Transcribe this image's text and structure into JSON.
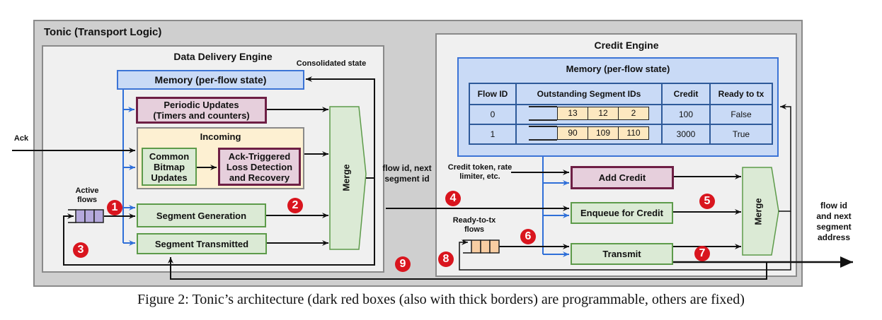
{
  "outer_title": "Tonic (Transport Logic)",
  "data_delivery_engine": {
    "title": "Data Delivery Engine",
    "memory_label": "Memory (per-flow state)",
    "consolidated_state_label": "Consolidated state",
    "periodic_updates_line1": "Periodic Updates",
    "periodic_updates_line2": "(Timers and counters)",
    "incoming_title": "Incoming",
    "common_bitmap": "Common Bitmap Updates",
    "ack_triggered": "Ack-Triggered Loss Detection and Recovery",
    "segment_generation": "Segment Generation",
    "segment_transmitted": "Segment Transmitted",
    "merge_label": "Merge",
    "active_flows_label": "Active flows",
    "ack_label": "Ack"
  },
  "interface_label": "flow id, next segment id",
  "credit_engine": {
    "title": "Credit Engine",
    "memory_label": "Memory (per-flow state)",
    "table": {
      "headers": [
        "Flow ID",
        "Outstanding Segment IDs",
        "Credit",
        "Ready to tx"
      ],
      "rows": [
        {
          "flow_id": "0",
          "segments": [
            "13",
            "12",
            "2"
          ],
          "credit": "100",
          "ready": "False"
        },
        {
          "flow_id": "1",
          "segments": [
            "90",
            "109",
            "110"
          ],
          "credit": "3000",
          "ready": "True"
        }
      ]
    },
    "credit_token_label": "Credit token, rate limiter, etc.",
    "add_credit": "Add Credit",
    "enqueue_for_credit": "Enqueue for Credit",
    "transmit": "Transmit",
    "merge_label": "Merge",
    "ready_flows_label": "Ready-to-tx flows"
  },
  "output_label": "flow id and next segment address",
  "badges": [
    "1",
    "2",
    "3",
    "4",
    "5",
    "6",
    "7",
    "8",
    "9"
  ],
  "caption": "Figure 2: Tonic’s architecture (dark red boxes (also with thick borders) are programmable, others are fixed)",
  "colors": {
    "programmable_fill": "#e6cfdc",
    "programmable_border": "#6e1f45",
    "fixed_fill": "#dbead5",
    "fixed_border": "#5d9b4a",
    "memory_fill": "#c9daf6",
    "memory_border": "#3c74d6",
    "badge": "#d9151e"
  }
}
